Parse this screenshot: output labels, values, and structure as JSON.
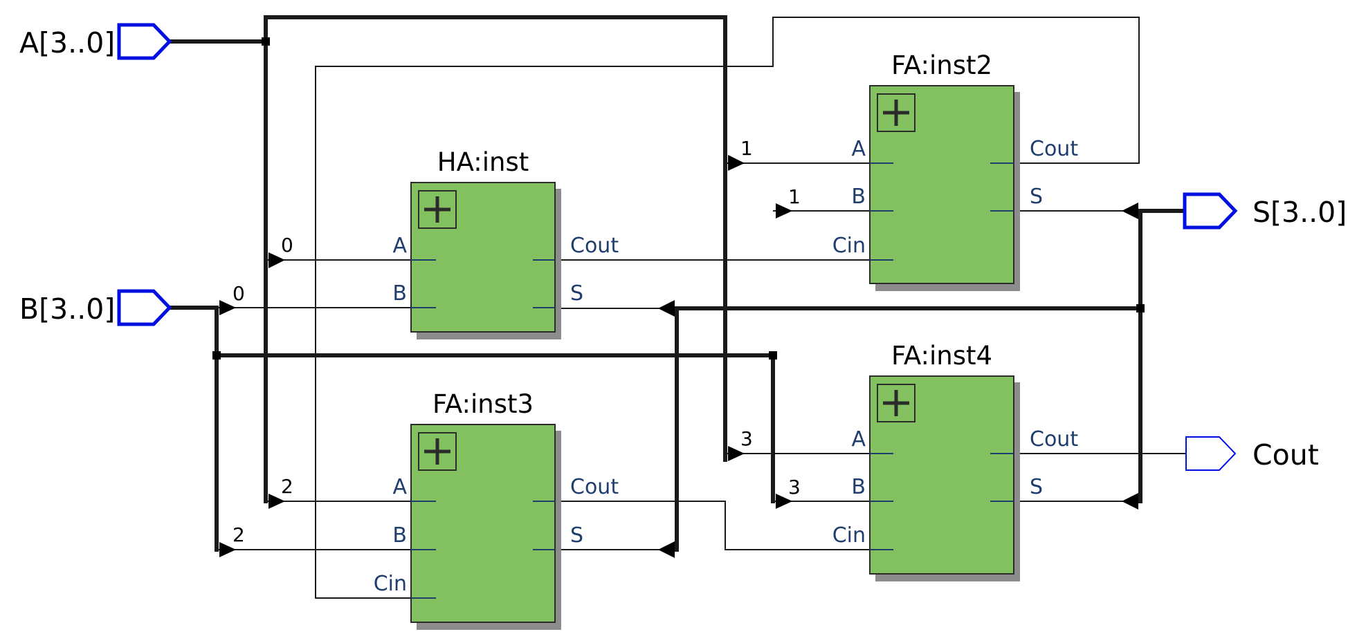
{
  "ports": {
    "a_bus": "A[3..0]",
    "b_bus": "B[3..0]",
    "s_bus": "S[3..0]",
    "cout": "Cout"
  },
  "blocks": {
    "ha_inst": {
      "title": "HA:inst",
      "pins_in": [
        "A",
        "B"
      ],
      "pins_out": [
        "Cout",
        "S"
      ]
    },
    "fa_inst2": {
      "title": "FA:inst2",
      "pins_in": [
        "A",
        "B",
        "Cin"
      ],
      "pins_out": [
        "Cout",
        "S"
      ]
    },
    "fa_inst3": {
      "title": "FA:inst3",
      "pins_in": [
        "A",
        "B",
        "Cin"
      ],
      "pins_out": [
        "Cout",
        "S"
      ]
    },
    "fa_inst4": {
      "title": "FA:inst4",
      "pins_in": [
        "A",
        "B",
        "Cin"
      ],
      "pins_out": [
        "Cout",
        "S"
      ]
    }
  },
  "bit_labels": {
    "ha_a": "0",
    "ha_b": "0",
    "fa2_a": "1",
    "fa2_b": "1",
    "fa3_a": "2",
    "fa3_b": "2",
    "fa4_a": "3",
    "fa4_b": "3"
  },
  "colors": {
    "block_fill": "#83c060",
    "block_shadow": "#8c8c8c",
    "port_outline": "#0010e0",
    "pin_text": "#1f3e6e",
    "bus": "#1a1a1a"
  },
  "icons": {
    "block_symbol": "plus-box-icon",
    "input_port": "input-port-icon",
    "output_port": "output-port-icon"
  }
}
